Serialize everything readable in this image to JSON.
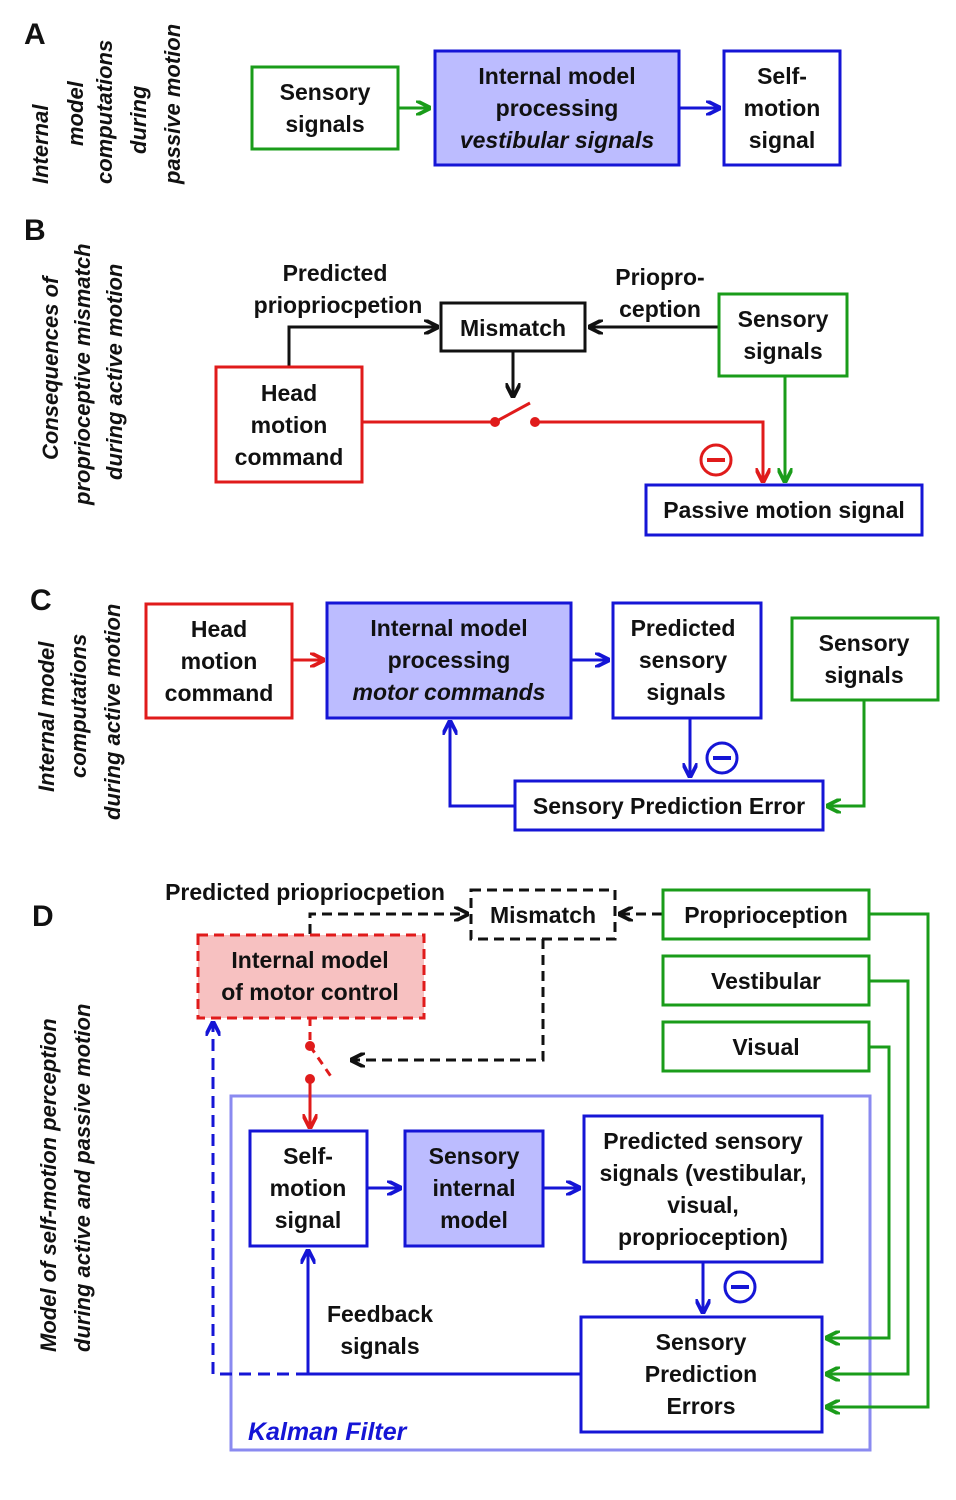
{
  "panels": {
    "A": {
      "letter": "A",
      "side_lines": [
        "Internal",
        "model",
        "computations",
        "during",
        "passive motion"
      ],
      "sensory": [
        "Sensory",
        "signals"
      ],
      "internal": [
        "Internal model",
        "processing",
        "vestibular signals"
      ],
      "self_motion": [
        "Self-",
        "motion",
        "signal"
      ]
    },
    "B": {
      "letter": "B",
      "side_lines": [
        "Consequences of",
        "proprioceptive mismatch",
        "during active motion"
      ],
      "predicted": [
        "Predicted",
        "priopriocpetion"
      ],
      "mismatch": "Mismatch",
      "prioprio": [
        "Priopro-",
        "ception"
      ],
      "sensory": [
        "Sensory",
        "signals"
      ],
      "head": [
        "Head",
        "motion",
        "command"
      ],
      "minus": "−",
      "passive": "Passive motion signal"
    },
    "C": {
      "letter": "C",
      "side_lines": [
        "Internal model",
        "computations",
        "during active motion"
      ],
      "head": [
        "Head",
        "motion",
        "command"
      ],
      "internal": [
        "Internal model",
        "processing",
        "motor commands"
      ],
      "predicted": [
        "Predicted",
        "sensory",
        "signals"
      ],
      "sensory": [
        "Sensory",
        "signals"
      ],
      "minus": "−",
      "spe": "Sensory Prediction Error"
    },
    "D": {
      "letter": "D",
      "side_lines": [
        "Model of self-motion perception",
        "during active and passive motion"
      ],
      "predicted": "Predicted priopriocpetion",
      "mismatch": "Mismatch",
      "proprioception": "Proprioception",
      "vestibular": "Vestibular",
      "visual": "Visual",
      "internal_motor": [
        "Internal model",
        "of motor control"
      ],
      "self_motion": [
        "Self-",
        "motion",
        "signal"
      ],
      "sensory_internal": [
        "Sensory",
        "internal",
        "model"
      ],
      "predicted_sensory": [
        "Predicted sensory",
        "signals (vestibular,",
        "visual,",
        "proprioception)"
      ],
      "minus": "−",
      "feedback": [
        "Feedback",
        "signals"
      ],
      "spe": [
        "Sensory",
        "Prediction",
        "Errors"
      ],
      "kalman": "Kalman Filter"
    }
  },
  "colors": {
    "green": "#1a9c1a",
    "blue": "#1515d6",
    "red": "#e01b1b",
    "black": "#111111",
    "blue_fill": "#bcbcff",
    "red_fill": "#f7c1c1",
    "kalman_border": "#8a8af0"
  }
}
